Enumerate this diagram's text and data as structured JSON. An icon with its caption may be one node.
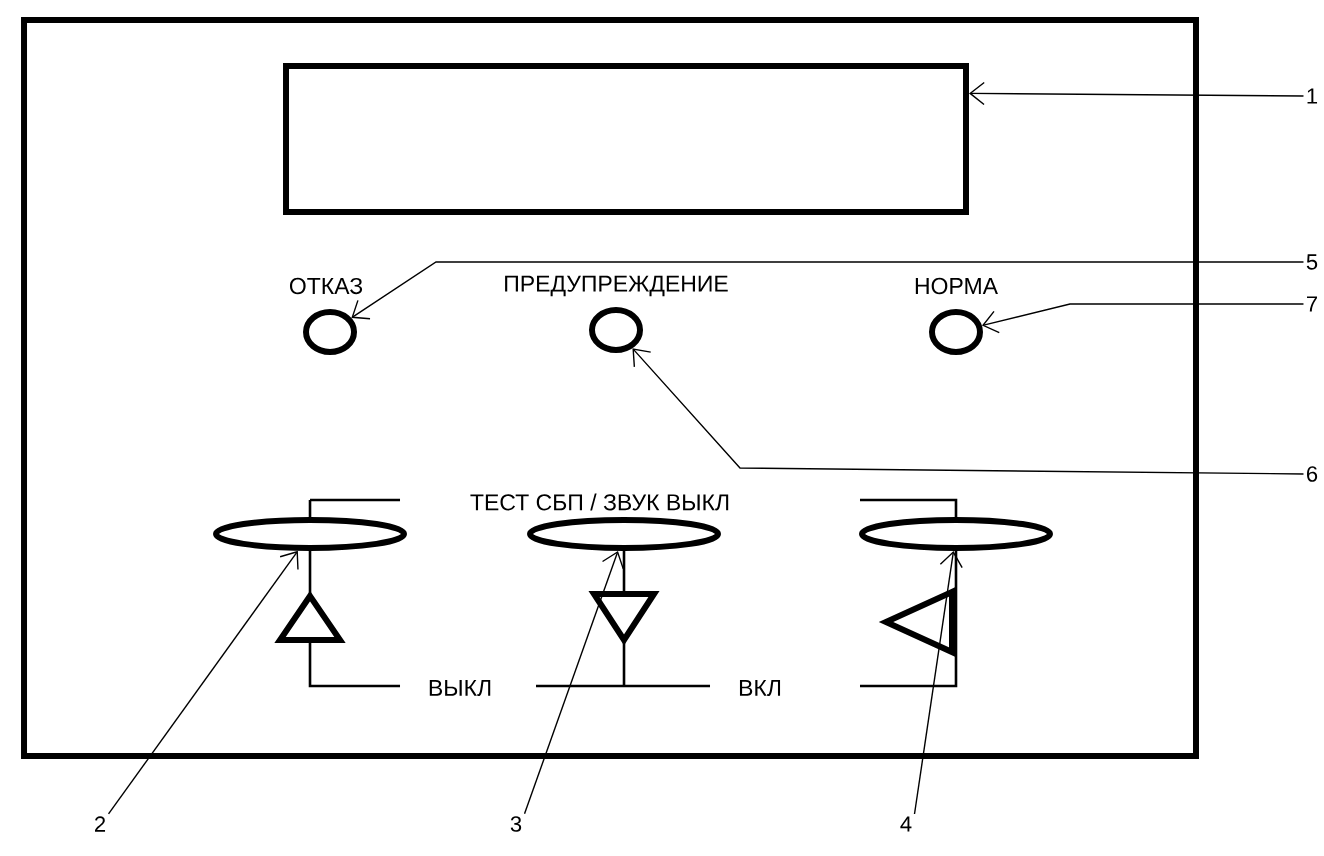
{
  "diagram": {
    "nodes": [
      {
        "text": [],
        "shape": "box"
      },
      {
        "text": [],
        "shape": "circle"
      },
      {
        "text": [],
        "shape": "circle"
      },
      {
        "text": [],
        "shape": "circle"
      },
      {
        "text": [],
        "shape": "circle"
      },
      {
        "text": [],
        "shape": "circle"
      },
      {
        "text": [],
        "shape": "circle"
      },
      {
        "text": [
          "1"
        ]
      },
      {
        "text": [
          "5"
        ]
      },
      {
        "text": [
          "7"
        ]
      },
      {
        "text": [
          "6"
        ]
      },
      {
        "text": [
          "2"
        ]
      },
      {
        "text": [
          "3"
        ]
      },
      {
        "text": [
          "4"
        ]
      }
    ],
    "edges": [
      {
        "from": 7,
        "to": 0,
        "arrow": "to"
      },
      {
        "from": 8,
        "to": 1,
        "arrow": "to"
      },
      {
        "from": 9,
        "to": 3,
        "arrow": "to"
      },
      {
        "from": 10,
        "to": 2,
        "arrow": "to"
      },
      {
        "from": 11,
        "to": 4,
        "arrow": "to"
      },
      {
        "from": 12,
        "to": 5,
        "arrow": "to"
      },
      {
        "from": 13,
        "to": 6,
        "arrow": "to"
      }
    ],
    "labels": [
      "ОТКАЗ",
      "ПРЕДУПРЕЖДЕНИЕ",
      "НОРМА",
      "ТЕСТ СБП / ЗВУК ВЫКЛ",
      "ВЫКЛ",
      "ВКЛ"
    ]
  }
}
